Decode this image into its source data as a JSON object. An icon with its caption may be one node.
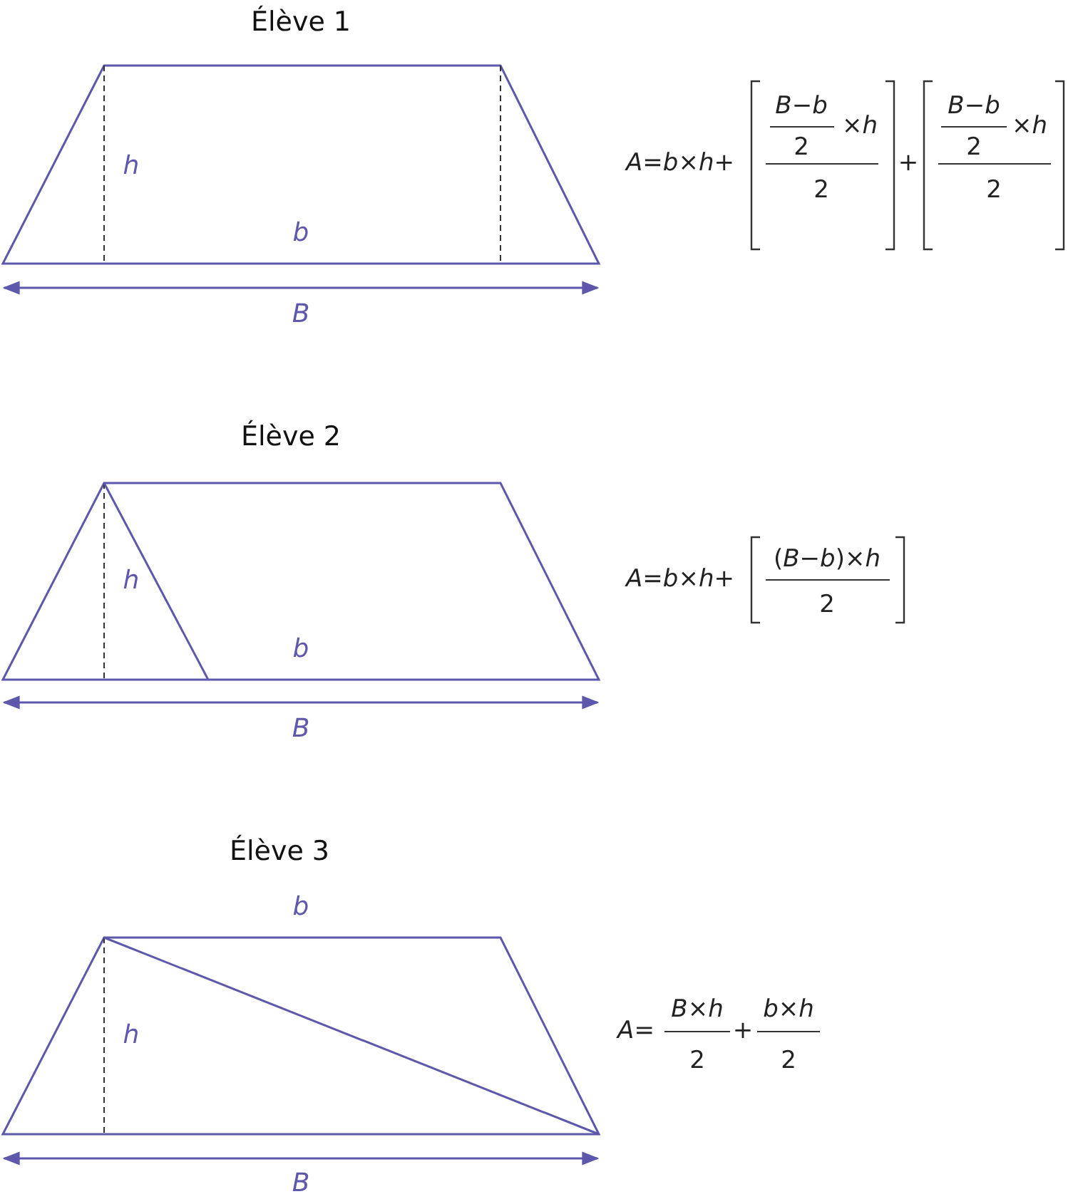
{
  "diagram": {
    "labels": [
      "Élève 1",
      "h",
      "b",
      "B",
      "*A*=*b*×*h*+",
      "*B*−*b*",
      "×*h*",
      "2",
      "2",
      "+",
      "*B*−*b*",
      "×*h*",
      "2",
      "2",
      "Élève 2",
      "h",
      "b",
      "B",
      "*A*=*b*×*h*+",
      "(*B*−*b*)×*h*",
      "2",
      "Élève 3",
      "b",
      "h",
      "B",
      "*A*=",
      "*B*×*h*",
      "2",
      "+",
      "*b*×*h*",
      "2"
    ]
  }
}
